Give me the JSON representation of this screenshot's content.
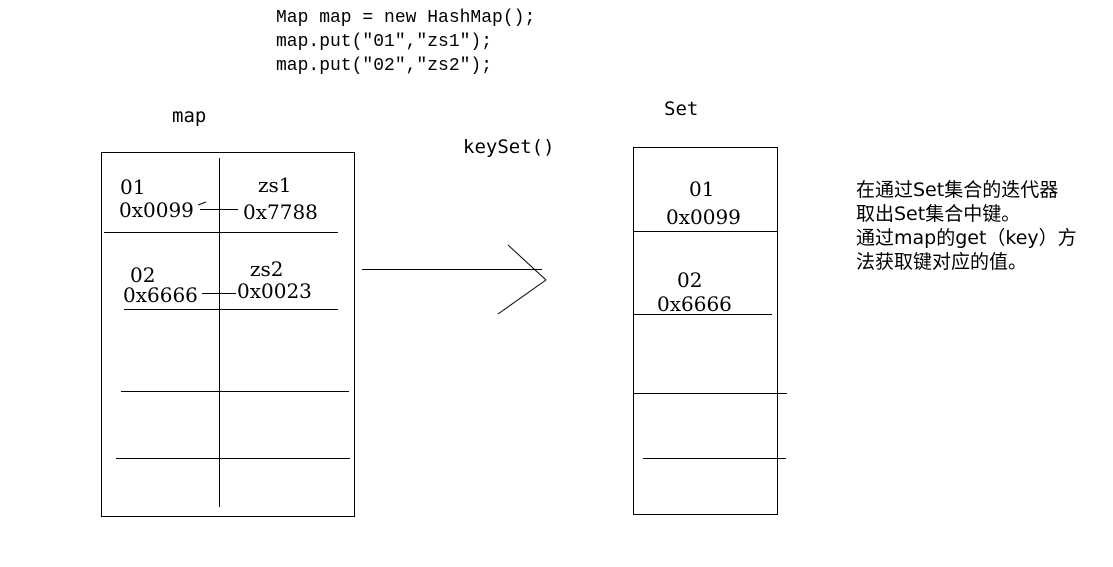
{
  "code_lines": [
    "Map map = new HashMap();",
    "map.put(\"01\",\"zs1\");",
    "map.put(\"02\",\"zs2\");"
  ],
  "map_box": {
    "title": "map",
    "entries": [
      {
        "key": "01",
        "key_addr": "0x0099",
        "value": "zs1",
        "value_addr": "0x7788"
      },
      {
        "key": "02",
        "key_addr": "0x6666",
        "value": "zs2",
        "value_addr": "0x0023"
      }
    ]
  },
  "operation_label": "keySet()",
  "set_box": {
    "title": "Set",
    "entries": [
      {
        "key": "01",
        "key_addr": "0x0099"
      },
      {
        "key": "02",
        "key_addr": "0x6666"
      }
    ]
  },
  "note_lines": [
    "在通过Set集合的迭代器",
    "取出Set集合中键。",
    "通过map的get（key）方",
    "法获取键对应的值。"
  ]
}
